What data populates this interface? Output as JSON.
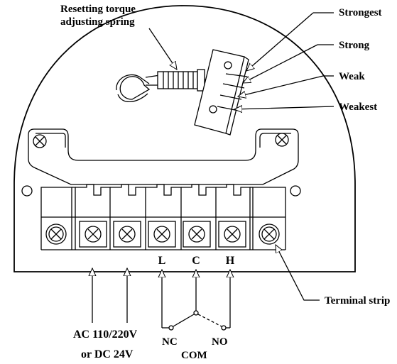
{
  "labels": {
    "resetting_line1": "Resetting torque",
    "resetting_line2": "adjusting spring",
    "strongest": "Strongest",
    "strong": "Strong",
    "weak": "Weak",
    "weakest": "Weakest",
    "terminal_strip": "Terminal strip",
    "power_line1": "AC 110/220V",
    "power_line2": "or DC 24V",
    "nc": "NC",
    "com": "COM",
    "no": "NO"
  },
  "terminals": {
    "l": "L",
    "c": "C",
    "h": "H"
  }
}
